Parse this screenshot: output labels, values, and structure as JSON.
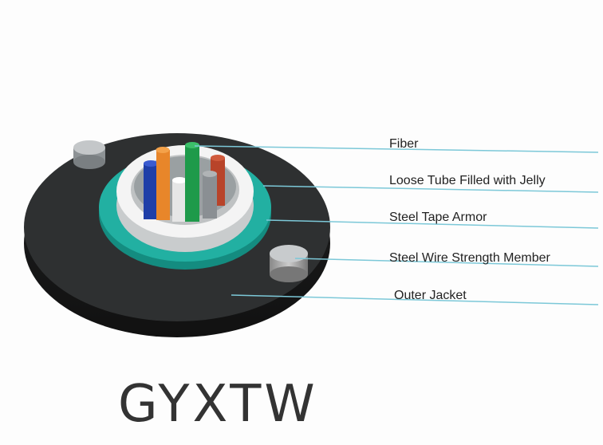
{
  "labels": {
    "fiber": "Fiber",
    "loose_tube": "Loose Tube Filled with Jelly",
    "steel_tape": "Steel Tape Armor",
    "steel_wire": "Steel Wire Strength Member",
    "outer_jacket": "Outer Jacket"
  },
  "title": "GYXTW",
  "colors": {
    "jacket": "#2b2d2e",
    "armor": "#1fa99a",
    "tube": "#f2f2f2",
    "leader": "#7cc8d8",
    "fibers": [
      "#1f3fa8",
      "#e8862a",
      "#eeeeee",
      "#1e9a4a",
      "#8a8f93",
      "#b8442a"
    ]
  }
}
